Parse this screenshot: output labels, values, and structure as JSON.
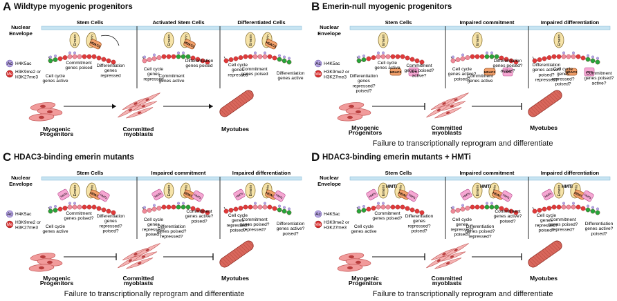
{
  "panels": [
    {
      "letter": "A",
      "title": "Wildtype myogenic progenitors",
      "envelope": "Nuclear Envelope",
      "legend": {
        "ac": "Ac",
        "ac_label": "H4K5ac",
        "me": "Me",
        "me_label": "H3K9me2 or H3K27me3"
      },
      "columns": [
        "Stem Cells",
        "Activated Stem Cells",
        "Differentiated Cells"
      ],
      "proteins": {
        "emerin": "Emerin",
        "hdac3": "HDAC3",
        "hmts": "HMTs"
      },
      "annotations": [
        "Commitment genes poised",
        "Differentiation genes repressed",
        "Cell cycle genes active",
        "Cell cycle genes repressed",
        "Differentiation genes poised",
        "Commitment genes active",
        "Cell cycle genes repressed",
        "Commitment genes poised",
        "Differentiation genes active"
      ],
      "cells": [
        "Myogenic Progenitors",
        "Committed myoblasts",
        "Myotubes"
      ],
      "failure": ""
    },
    {
      "letter": "B",
      "title": "Emerin-null myogenic progenitors",
      "envelope": "Nuclear Envelope",
      "legend": {
        "ac": "Ac",
        "ac_label": "H4K5ac",
        "me": "Me",
        "me_label": "H3K9me2 or H3K27me3"
      },
      "columns": [
        "Stem Cells",
        "Impaired commitment",
        "Impaired differentiation"
      ],
      "proteins": {
        "emerin": "Emerin",
        "hdac3": "HDAC3",
        "hmts": "HMTs"
      },
      "annotations": [
        "Cell cycle genes active",
        "Commitment genes poised? active?",
        "Differentiation genes repressed? poised?",
        "Cell cycle genes active? poised?",
        "Differentiation genes poised? active?",
        "Commitment genes active",
        "Differentiation genes active? poised? repressed?",
        "Cell cycle genes repressed? poised?",
        "Commitment genes poised? active?"
      ],
      "cells": [
        "Myogenic Progenitors",
        "Committed myoblasts",
        "Myotubes"
      ],
      "failure": "Failure to transcriptionally reprogram and differentiate"
    },
    {
      "letter": "C",
      "title": "HDAC3-binding emerin mutants",
      "envelope": "Nuclear Envelope",
      "legend": {
        "ac": "Ac",
        "ac_label": "H4K5ac",
        "me": "Me",
        "me_label": "H3K9me2 or H3K27me3"
      },
      "columns": [
        "Stem Cells",
        "Impaired commitment",
        "Impaired differentiation"
      ],
      "proteins": {
        "emerin": "Emerin",
        "hdac3": "HDAC3",
        "hmts": "HMTs"
      },
      "annotations": [
        "Commitment genes poised?",
        "Differentiation genes repressed? poised?",
        "Cell cycle genes active",
        "Cell cycle genes repressed? poised?",
        "Commitment genes active? poised?",
        "Differentiation genes poised? repressed?",
        "Cell cycle genes repressed? poised?",
        "Commitment genes poised? repressed?",
        "Differentiation genes active? poised?"
      ],
      "cells": [
        "Myogenic Progenitors",
        "Committed myoblasts",
        "Myotubes"
      ],
      "failure": "Failure to transcriptionally reprogram and differentiate"
    },
    {
      "letter": "D",
      "title": "HDAC3-binding emerin mutants + HMTi",
      "envelope": "Nuclear Envelope",
      "legend": {
        "ac": "Ac",
        "ac_label": "H4K5ac",
        "me": "Me",
        "me_label": "H3K9me2 or H3K27me3"
      },
      "columns": [
        "Stem Cells",
        "Impaired commitment",
        "Impaired differentiation"
      ],
      "proteins": {
        "emerin": "Emerin",
        "hdac3": "HDAC3",
        "hmts": "HMTs",
        "hmti": "HMTi"
      },
      "annotations": [
        "Commitment genes poised?",
        "Differentiation genes repressed? poised?",
        "Cell cycle genes active",
        "Cell cycle genes repressed? poised?",
        "Commitment genes active? poised?",
        "Differentiation genes poised? repressed?",
        "Cell cycle genes repressed? poised?",
        "Commitment genes poised? repressed?",
        "Differentiation genes active? poised?"
      ],
      "cells": [
        "Myogenic Progenitors",
        "Committed myoblasts",
        "Myotubes"
      ],
      "failure": "Failure to transcriptionally reprogram and differentiate"
    }
  ]
}
